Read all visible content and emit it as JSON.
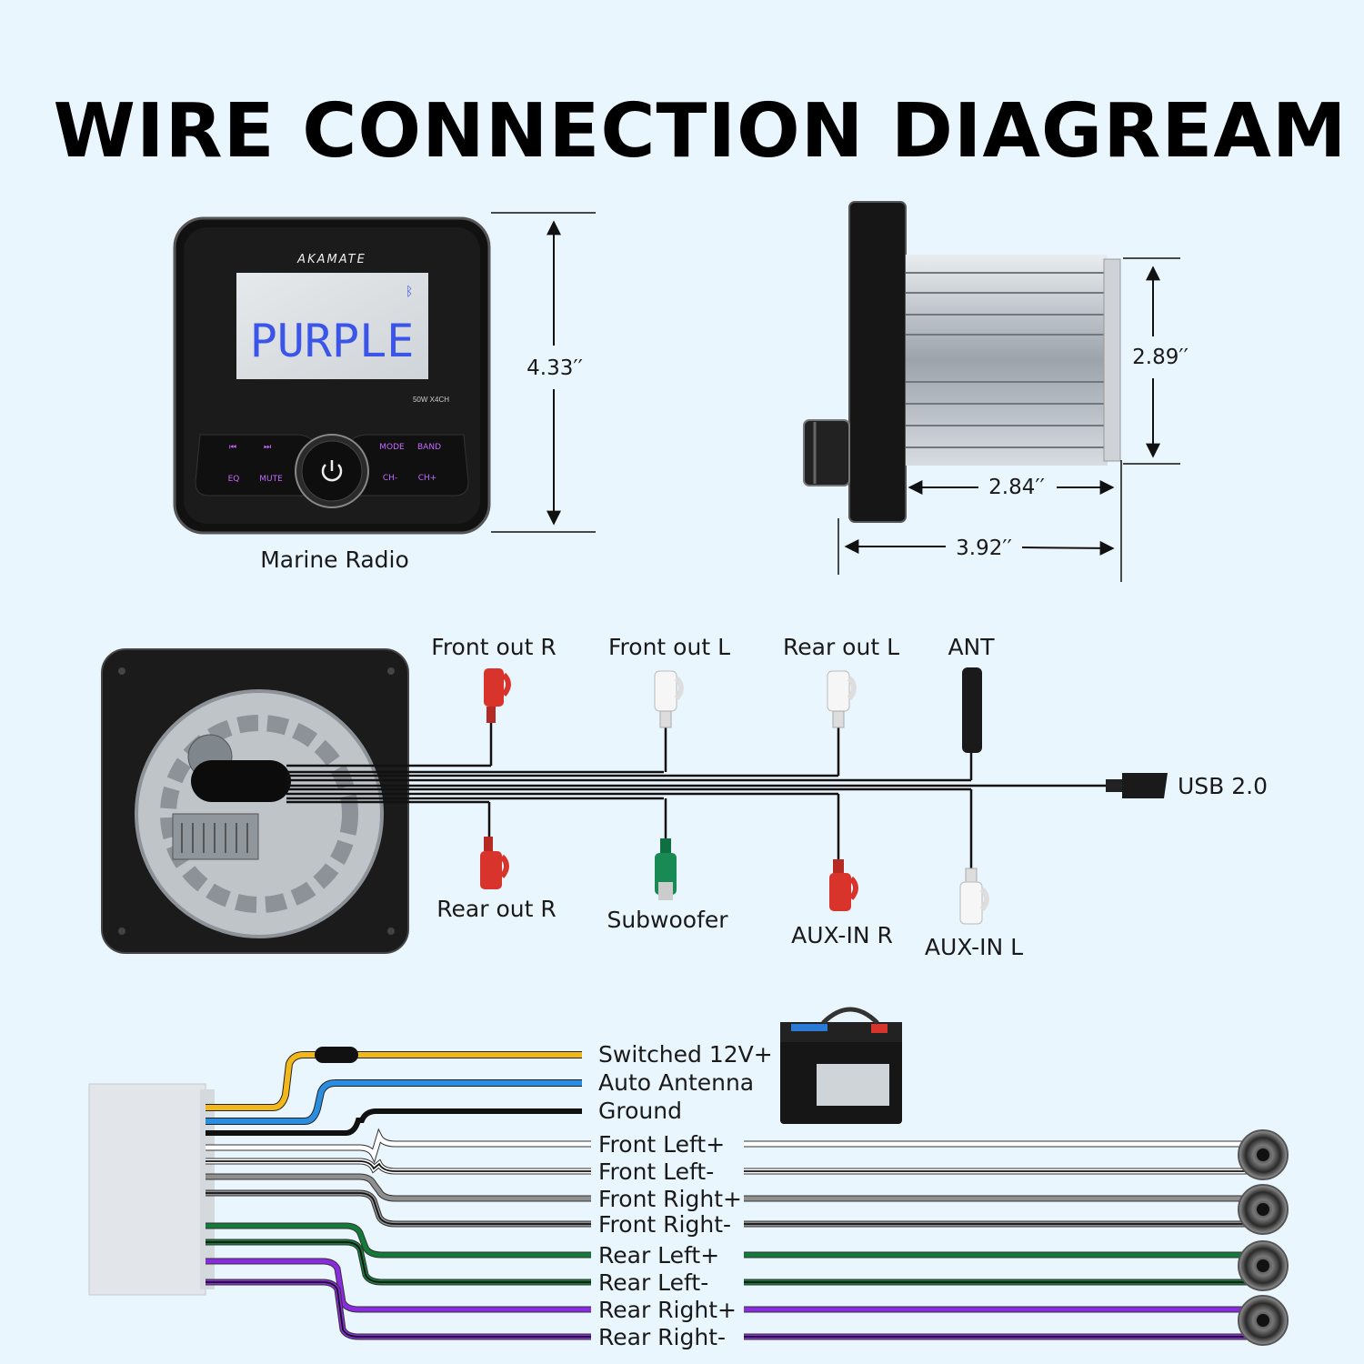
{
  "title": "WIRE CONNECTION DIAGREAM",
  "front_view": {
    "caption": "Marine Radio",
    "brand": "AKAMATE",
    "display_text": "PURPLE",
    "power_badge": "50W X4CH",
    "buttons": [
      "⏮",
      "⏭",
      "MODE",
      "BAND",
      "EQ",
      "MUTE",
      "CH-",
      "CH+"
    ],
    "height": "4.33′′"
  },
  "side_view": {
    "depth_height": "2.89′′",
    "body_length": "2.84′′",
    "total_length": "3.92′′"
  },
  "rca_connections": {
    "top": [
      {
        "label": "Front out R",
        "color": "#d9342b"
      },
      {
        "label": "Front out L",
        "color": "#f4f4f4"
      },
      {
        "label": "Rear out L",
        "color": "#f4f4f4"
      },
      {
        "label": "ANT",
        "color": "#222222"
      }
    ],
    "bottom": [
      {
        "label": "Rear out R",
        "color": "#d9342b"
      },
      {
        "label": "Subwoofer",
        "color": "#1a8a55"
      },
      {
        "label": "AUX-IN R",
        "color": "#d9342b"
      },
      {
        "label": "AUX-IN L",
        "color": "#f4f4f4"
      }
    ],
    "usb": "USB 2.0"
  },
  "harness": {
    "power_wires": [
      {
        "label": "Switched 12V+",
        "color": "#f2b81a"
      },
      {
        "label": "Auto Antenna",
        "color": "#2a8de0"
      },
      {
        "label": "Ground",
        "color": "#111111"
      }
    ],
    "speaker_wires": [
      {
        "label": "Front Left+",
        "color": "#ffffff"
      },
      {
        "label": "Front Left-",
        "color": "#ffffff"
      },
      {
        "label": "Front Right+",
        "color": "#8f8f8f"
      },
      {
        "label": "Front Right-",
        "color": "#8f8f8f"
      },
      {
        "label": "Rear Left+",
        "color": "#137a3a"
      },
      {
        "label": "Rear Left-",
        "color": "#137a3a"
      },
      {
        "label": "Rear Right+",
        "color": "#8a2be2"
      },
      {
        "label": "Rear Right-",
        "color": "#8a2be2"
      }
    ]
  }
}
